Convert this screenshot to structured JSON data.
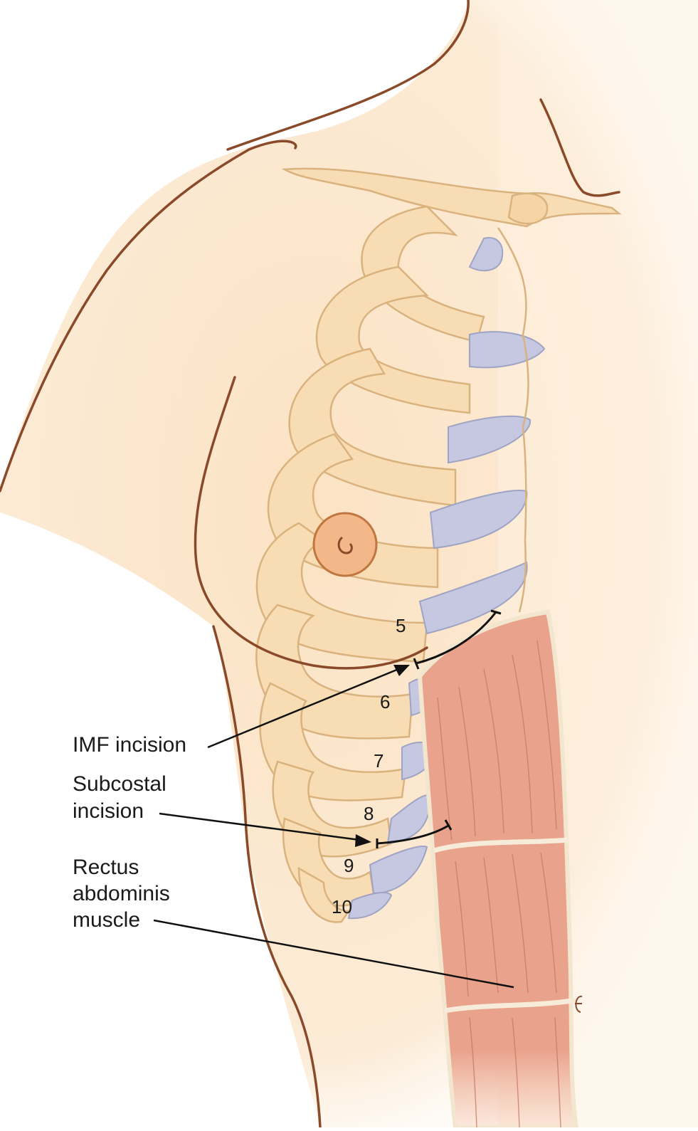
{
  "labels": {
    "imf_incision": "IMF incision",
    "subcostal_line1": "Subcostal",
    "subcostal_line2": "incision",
    "rectus_line1": "Rectus",
    "rectus_line2": "abdominis",
    "rectus_line3": "muscle"
  },
  "rib_numbers": [
    "5",
    "6",
    "7",
    "8",
    "9",
    "10"
  ],
  "colors": {
    "skin": "#fbe6cc",
    "skin_outline": "#8a4a2a",
    "rib_fill": "#f8ddb4",
    "rib_outline": "#d9b27e",
    "cartilage": "#c5c8e0",
    "muscle": "#e9a28c",
    "muscle_line": "#c97a66",
    "tendon": "#f6ecd9",
    "areola": "#f2b889",
    "arrow": "#111111"
  }
}
